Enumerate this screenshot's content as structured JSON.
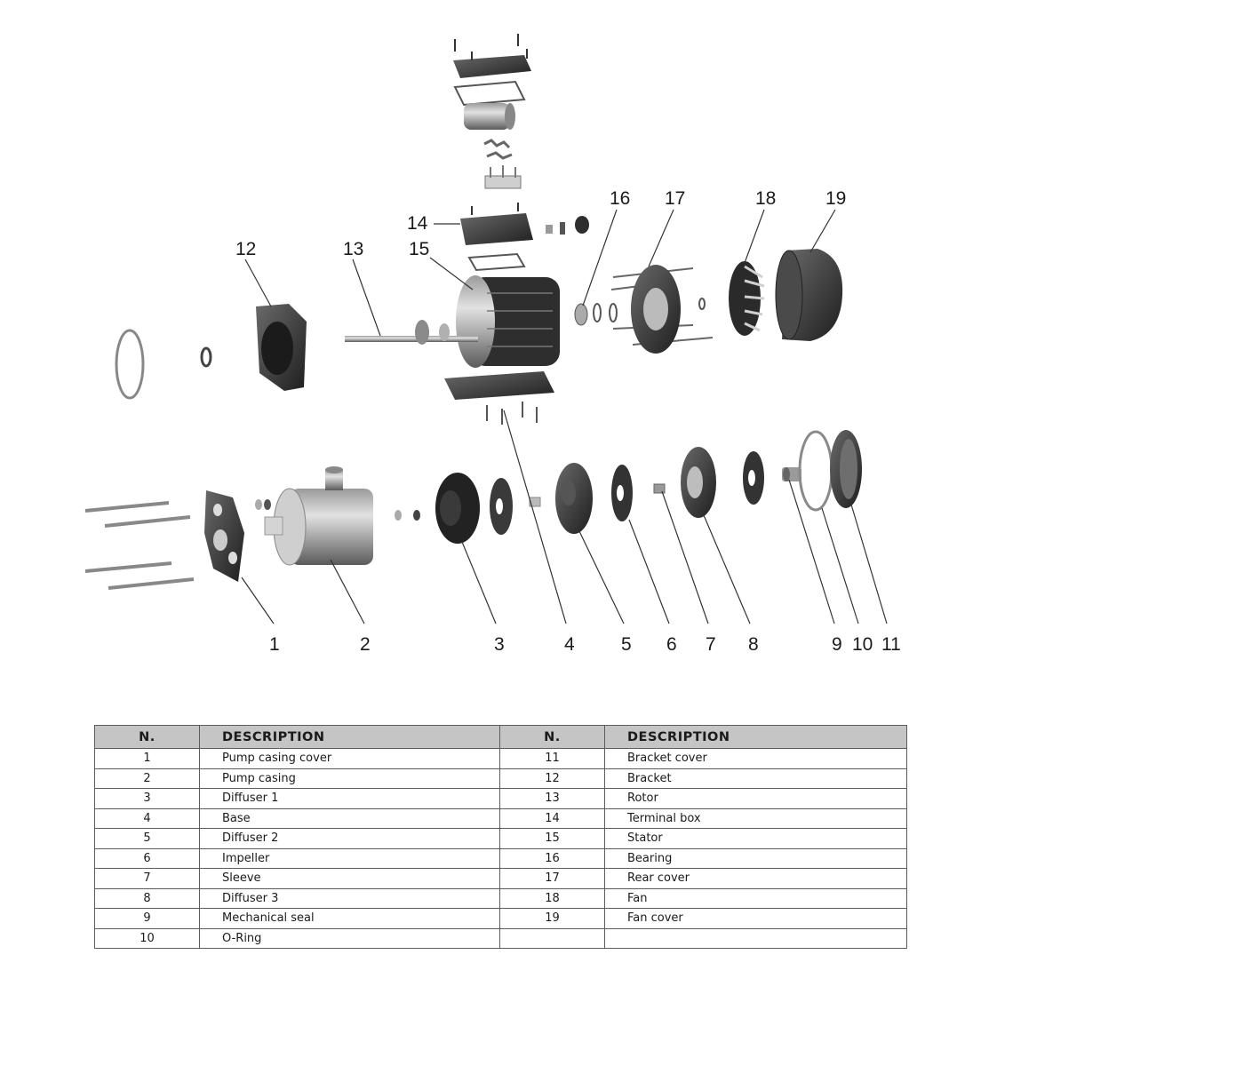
{
  "callouts": [
    "1",
    "2",
    "3",
    "4",
    "5",
    "6",
    "7",
    "8",
    "9",
    "10",
    "11",
    "12",
    "13",
    "14",
    "15",
    "16",
    "17",
    "18",
    "19"
  ],
  "table": {
    "headers": [
      "N.",
      "DESCRIPTION",
      "N.",
      "DESCRIPTION"
    ],
    "rows": [
      {
        "n1": "1",
        "d1": "Pump casing cover",
        "n2": "11",
        "d2": "Bracket cover"
      },
      {
        "n1": "2",
        "d1": "Pump casing",
        "n2": "12",
        "d2": "Bracket"
      },
      {
        "n1": "3",
        "d1": "Diffuser 1",
        "n2": "13",
        "d2": "Rotor"
      },
      {
        "n1": "4",
        "d1": "Base",
        "n2": "14",
        "d2": "Terminal box"
      },
      {
        "n1": "5",
        "d1": "Diffuser 2",
        "n2": "15",
        "d2": "Stator"
      },
      {
        "n1": "6",
        "d1": "Impeller",
        "n2": "16",
        "d2": "Bearing"
      },
      {
        "n1": "7",
        "d1": "Sleeve",
        "n2": "17",
        "d2": "Rear cover"
      },
      {
        "n1": "8",
        "d1": "Diffuser 3",
        "n2": "18",
        "d2": "Fan"
      },
      {
        "n1": "9",
        "d1": "Mechanical seal",
        "n2": "19",
        "d2": "Fan cover"
      },
      {
        "n1": "10",
        "d1": "O-Ring",
        "n2": "",
        "d2": ""
      }
    ]
  }
}
